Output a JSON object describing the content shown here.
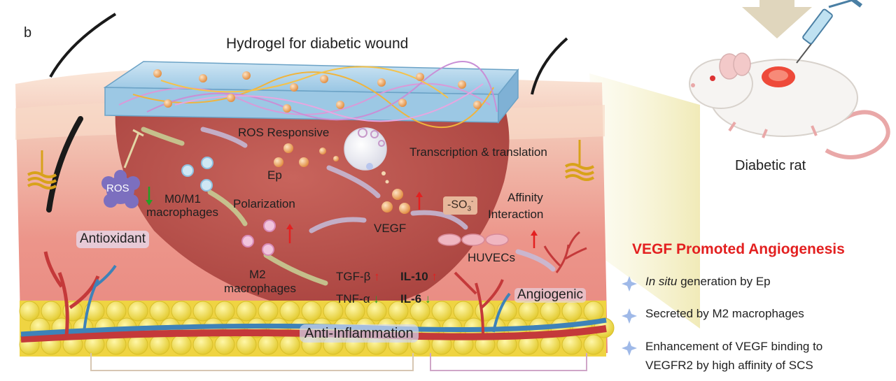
{
  "figure": {
    "panel_letter": "b",
    "title": "Hydrogel for diabetic wound",
    "rat_label": "Diabetic rat"
  },
  "wound_labels": {
    "ros": "ROS",
    "antioxidant": "Antioxidant",
    "m0m1_line1": "M0/M1",
    "m0m1_line2": "macrophages",
    "polarization": "Polarization",
    "m2_line1": "M2",
    "m2_line2": "macrophages",
    "ros_responsive": "ROS Responsive",
    "ep": "Ep",
    "transcription": "Transcription & translation",
    "vegf": "VEGF",
    "so3": "-SO",
    "so3_sub": "3",
    "so3_sup": "-",
    "affinity_line1": "Affinity",
    "affinity_line2": "Interaction",
    "huvecs": "HUVECs",
    "angiogenic": "Angiogenic",
    "anti_inflammation": "Anti-Inflammation"
  },
  "cytokines": {
    "tgf": "TGF-β",
    "il10": "IL-10",
    "tnf": "TNF-α",
    "il6": "IL-6"
  },
  "legend": {
    "title": "VEGF Promoted Angiogenesis",
    "items": [
      {
        "emphasis": "In situ",
        "text": " generation by Ep"
      },
      {
        "emphasis": "",
        "text": "Secreted by M2 macrophages"
      },
      {
        "emphasis": "",
        "text": "Enhancement of VEGF binding to"
      }
    ],
    "item3_line2": "VEGFR2 by high affinity of SCS"
  },
  "colors": {
    "skin_top": "#f6d9c2",
    "dermis": "#ef9a8e",
    "wound": "#b9514b",
    "fat": "#f3e04a",
    "hydrogel": "#a9cfe8",
    "accent_red": "#e32020",
    "accent_green": "#24a025"
  }
}
